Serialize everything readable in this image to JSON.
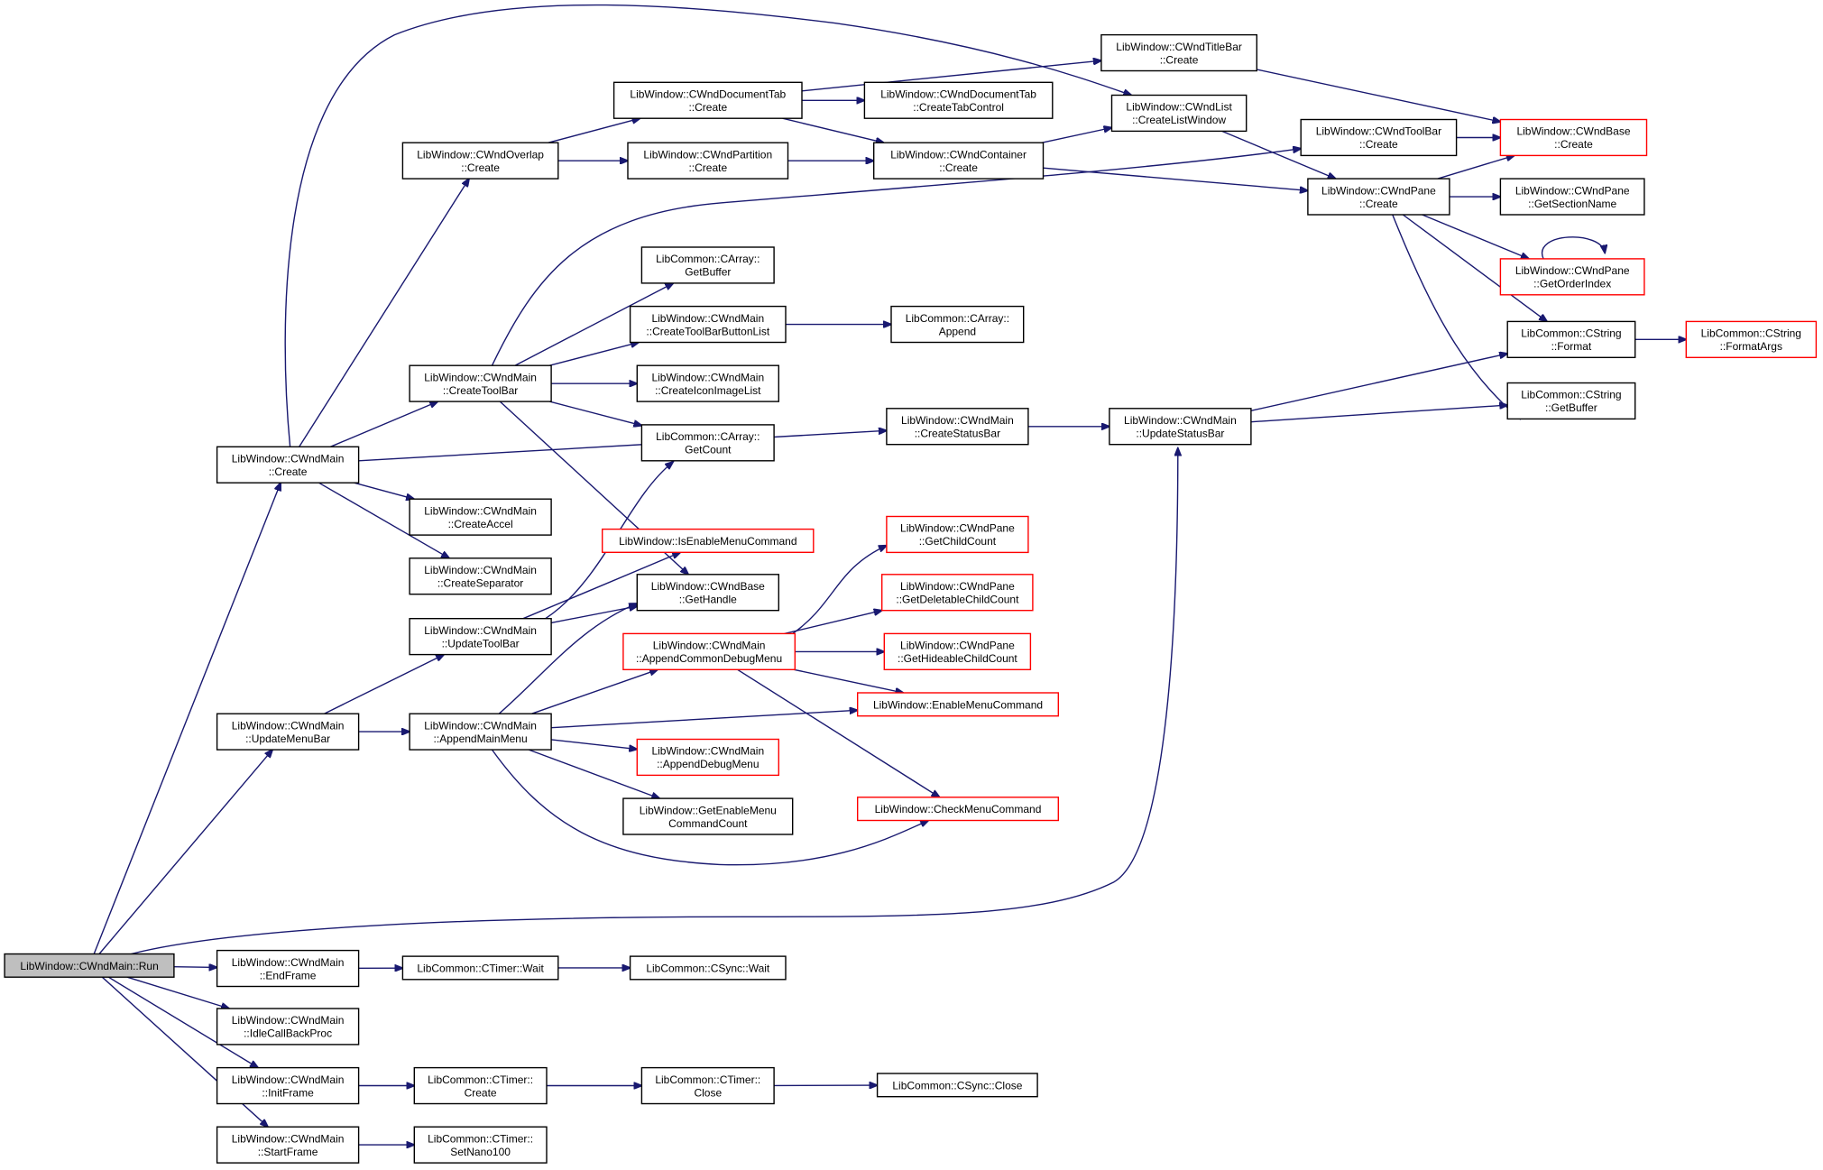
{
  "colors": {
    "edge": "#191970",
    "node_border": "#000000",
    "node_border_truncated": "#ff0000",
    "root_fill": "#bfbfbf",
    "node_fill": "#ffffff"
  },
  "nodes": {
    "run": {
      "lines": [
        "LibWindow::CWndMain::Run"
      ],
      "kind": "root"
    },
    "create_main": {
      "lines": [
        "LibWindow::CWndMain",
        "::Create"
      ],
      "kind": "normal"
    },
    "updatemenubar": {
      "lines": [
        "LibWindow::CWndMain",
        "::UpdateMenuBar"
      ],
      "kind": "normal"
    },
    "endframe": {
      "lines": [
        "LibWindow::CWndMain",
        "::EndFrame"
      ],
      "kind": "normal"
    },
    "idlecallback": {
      "lines": [
        "LibWindow::CWndMain",
        "::IdleCallBackProc"
      ],
      "kind": "normal"
    },
    "initframe": {
      "lines": [
        "LibWindow::CWndMain",
        "::InitFrame"
      ],
      "kind": "normal"
    },
    "startframe": {
      "lines": [
        "LibWindow::CWndMain",
        "::StartFrame"
      ],
      "kind": "normal"
    },
    "overlap_create": {
      "lines": [
        "LibWindow::CWndOverlap",
        "::Create"
      ],
      "kind": "normal"
    },
    "createtoolbar": {
      "lines": [
        "LibWindow::CWndMain",
        "::CreateToolBar"
      ],
      "kind": "normal"
    },
    "createaccel": {
      "lines": [
        "LibWindow::CWndMain",
        "::CreateAccel"
      ],
      "kind": "normal"
    },
    "createseparator": {
      "lines": [
        "LibWindow::CWndMain",
        "::CreateSeparator"
      ],
      "kind": "normal"
    },
    "updatetoolbar": {
      "lines": [
        "LibWindow::CWndMain",
        "::UpdateToolBar"
      ],
      "kind": "normal"
    },
    "appendmainmenu": {
      "lines": [
        "LibWindow::CWndMain",
        "::AppendMainMenu"
      ],
      "kind": "normal"
    },
    "ctimer_wait": {
      "lines": [
        "LibCommon::CTimer::Wait"
      ],
      "kind": "normal"
    },
    "ctimer_create": {
      "lines": [
        "LibCommon::CTimer::",
        "Create"
      ],
      "kind": "normal"
    },
    "ctimer_setnano": {
      "lines": [
        "LibCommon::CTimer::",
        "SetNano100"
      ],
      "kind": "normal"
    },
    "doctab_create": {
      "lines": [
        "LibWindow::CWndDocumentTab",
        "::Create"
      ],
      "kind": "normal"
    },
    "partition_create": {
      "lines": [
        "LibWindow::CWndPartition",
        "::Create"
      ],
      "kind": "normal"
    },
    "carray_getbuffer": {
      "lines": [
        "LibCommon::CArray::",
        "GetBuffer"
      ],
      "kind": "normal"
    },
    "createtoolbarbtnlist": {
      "lines": [
        "LibWindow::CWndMain",
        "::CreateToolBarButtonList"
      ],
      "kind": "normal"
    },
    "createiconimagelist": {
      "lines": [
        "LibWindow::CWndMain",
        "::CreateIconImageList"
      ],
      "kind": "normal"
    },
    "carray_getcount": {
      "lines": [
        "LibCommon::CArray::",
        "GetCount"
      ],
      "kind": "normal"
    },
    "isenablemenucmd": {
      "lines": [
        "LibWindow::IsEnableMenuCommand"
      ],
      "kind": "truncated"
    },
    "cwndbase_gethandle": {
      "lines": [
        "LibWindow::CWndBase",
        "::GetHandle"
      ],
      "kind": "normal"
    },
    "appendcommondebug": {
      "lines": [
        "LibWindow::CWndMain",
        "::AppendCommonDebugMenu"
      ],
      "kind": "truncated"
    },
    "appenddebugmenu": {
      "lines": [
        "LibWindow::CWndMain",
        "::AppendDebugMenu"
      ],
      "kind": "truncated"
    },
    "getenablemenucount": {
      "lines": [
        "LibWindow::GetEnableMenu",
        "CommandCount"
      ],
      "kind": "normal"
    },
    "csync_wait": {
      "lines": [
        "LibCommon::CSync::Wait"
      ],
      "kind": "normal"
    },
    "ctimer_close": {
      "lines": [
        "LibCommon::CTimer::",
        "Close"
      ],
      "kind": "normal"
    },
    "titlebar_create": {
      "lines": [
        "LibWindow::CWndTitleBar",
        "::Create"
      ],
      "kind": "normal"
    },
    "doctab_createtabctrl": {
      "lines": [
        "LibWindow::CWndDocumentTab",
        "::CreateTabControl"
      ],
      "kind": "normal"
    },
    "container_create": {
      "lines": [
        "LibWindow::CWndContainer",
        "::Create"
      ],
      "kind": "normal"
    },
    "carray_append": {
      "lines": [
        "LibCommon::CArray::",
        "Append"
      ],
      "kind": "normal"
    },
    "createstatusbar": {
      "lines": [
        "LibWindow::CWndMain",
        "::CreateStatusBar"
      ],
      "kind": "normal"
    },
    "pane_getchildcount": {
      "lines": [
        "LibWindow::CWndPane",
        "::GetChildCount"
      ],
      "kind": "truncated"
    },
    "pane_getdeletable": {
      "lines": [
        "LibWindow::CWndPane",
        "::GetDeletableChildCount"
      ],
      "kind": "truncated"
    },
    "pane_gethideable": {
      "lines": [
        "LibWindow::CWndPane",
        "::GetHideableChildCount"
      ],
      "kind": "truncated"
    },
    "enablemenucmd": {
      "lines": [
        "LibWindow::EnableMenuCommand"
      ],
      "kind": "truncated"
    },
    "checkmenucmd": {
      "lines": [
        "LibWindow::CheckMenuCommand"
      ],
      "kind": "truncated"
    },
    "csync_close": {
      "lines": [
        "LibCommon::CSync::Close"
      ],
      "kind": "normal"
    },
    "list_createlistwindow": {
      "lines": [
        "LibWindow::CWndList",
        "::CreateListWindow"
      ],
      "kind": "normal"
    },
    "updatestatusbar": {
      "lines": [
        "LibWindow::CWndMain",
        "::UpdateStatusBar"
      ],
      "kind": "normal"
    },
    "toolbar_create": {
      "lines": [
        "LibWindow::CWndToolBar",
        "::Create"
      ],
      "kind": "normal"
    },
    "pane_create": {
      "lines": [
        "LibWindow::CWndPane",
        "::Create"
      ],
      "kind": "normal"
    },
    "cwndbase_create": {
      "lines": [
        "LibWindow::CWndBase",
        "::Create"
      ],
      "kind": "truncated"
    },
    "pane_getsectionname": {
      "lines": [
        "LibWindow::CWndPane",
        "::GetSectionName"
      ],
      "kind": "normal"
    },
    "pane_getorderindex": {
      "lines": [
        "LibWindow::CWndPane",
        "::GetOrderIndex"
      ],
      "kind": "truncated"
    },
    "cstring_format": {
      "lines": [
        "LibCommon::CString",
        "::Format"
      ],
      "kind": "normal"
    },
    "cstring_getbuffer": {
      "lines": [
        "LibCommon::CString",
        "::GetBuffer"
      ],
      "kind": "normal"
    },
    "cstring_formatargs": {
      "lines": [
        "LibCommon::CString",
        "::FormatArgs"
      ],
      "kind": "truncated"
    }
  }
}
